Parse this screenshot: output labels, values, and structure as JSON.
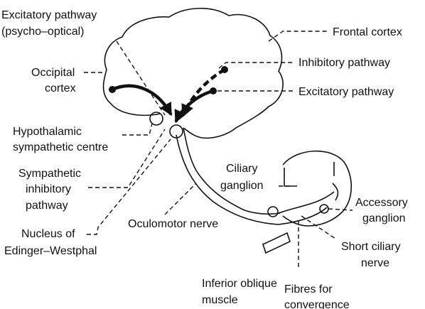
{
  "labels": {
    "excitatory_psycho_line1": "Excitatory pathway",
    "excitatory_psycho_line2": "(psycho–optical)",
    "frontal_cortex": "Frontal cortex",
    "inhibitory_pathway": "Inhibitory pathway",
    "occipital_line1": "Occipital",
    "occipital_line2": "cortex",
    "excitatory_pathway": "Excitatory pathway",
    "hypothalamic_line1": "Hypothalamic",
    "hypothalamic_line2": "sympathetic centre",
    "sympathetic_line1": "Sympathetic",
    "sympathetic_line2": "inhibitory",
    "sympathetic_line3": "pathway",
    "ciliary_line1": "Ciliary",
    "ciliary_line2": "ganglion",
    "accessory_line1": "Accessory",
    "accessory_line2": "ganglion",
    "oculomotor_nerve": "Oculomotor nerve",
    "nucleus_line1": "Nucleus of",
    "nucleus_line2": "Edinger–Westphal",
    "short_ciliary_line1": "Short ciliary",
    "short_ciliary_line2": "nerve",
    "inferior_oblique_line1": "Inferior oblique",
    "inferior_oblique_line2": "muscle",
    "fibres_line1": "Fibres for",
    "fibres_line2": "convergence"
  }
}
